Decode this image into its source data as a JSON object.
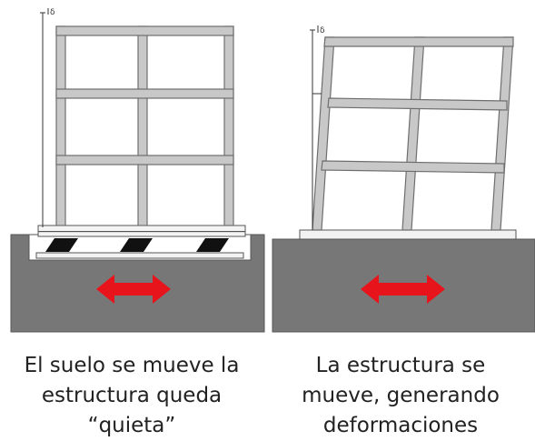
{
  "panels": {
    "left": {
      "measure_label": "δ",
      "caption": [
        "El suelo se mueve la",
        "estructura queda",
        "“quieta”"
      ]
    },
    "right": {
      "measure_label": "δ",
      "caption": [
        "La estructura se",
        "mueve, generando",
        "deformaciones"
      ]
    }
  },
  "colors": {
    "frame_fill": "#c8c8c8",
    "frame_stroke": "#6e6e6e",
    "ground": "#777777",
    "arrow": "#e8141c",
    "isolator": "#111111"
  }
}
